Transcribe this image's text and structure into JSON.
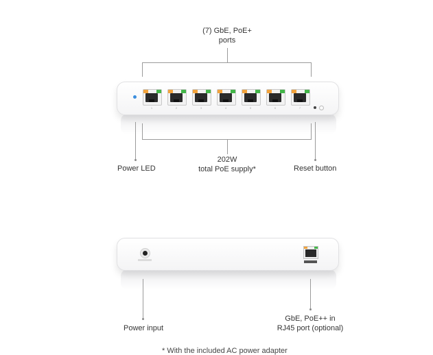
{
  "front": {
    "ports_label_line1": "(7) GbE, PoE+",
    "ports_label_line2": "ports",
    "poe_label_line1": "202W",
    "poe_label_line2": "total PoE supply*",
    "power_led_label": "Power LED",
    "reset_label": "Reset button",
    "port_numbers": [
      "1",
      "2",
      "3",
      "4",
      "5",
      "6",
      "7"
    ]
  },
  "rear": {
    "power_input_label": "Power input",
    "uplink_label_line1": "GbE, PoE++ in",
    "uplink_label_line2": "RJ45 port (optional)"
  },
  "footnote": "* With the included AC power adapter",
  "colors": {
    "power_led": "#3b8ede",
    "port_led_amber": "#f2a33c",
    "port_led_green": "#43b649"
  }
}
